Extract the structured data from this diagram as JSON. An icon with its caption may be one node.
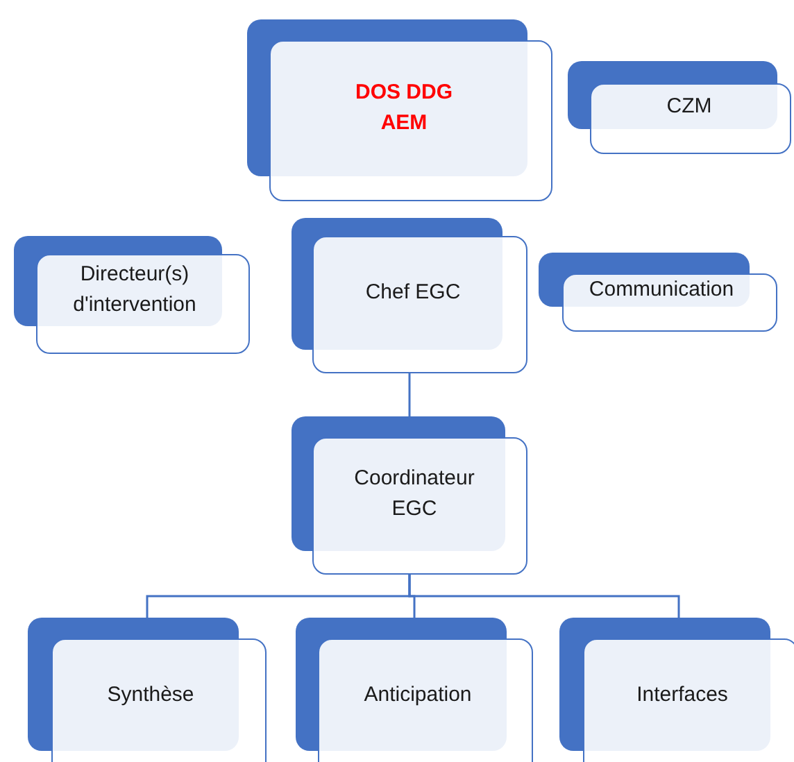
{
  "diagram": {
    "nodes": [
      {
        "text": [
          "DOS DDG AEM"
        ]
      },
      {
        "text": [
          "CZM"
        ]
      },
      {
        "text": [
          "Directeur(s) d'intervention"
        ]
      },
      {
        "text": [
          "Chef EGC"
        ]
      },
      {
        "text": [
          "Communication"
        ]
      },
      {
        "text": [
          "Coordinateur EGC"
        ]
      },
      {
        "text": [
          "Synthèse"
        ]
      },
      {
        "text": [
          "Anticipation"
        ]
      },
      {
        "text": [
          "Interfaces"
        ]
      }
    ],
    "edges": [
      {
        "from": 3,
        "to": 5,
        "arrow": "none"
      },
      {
        "from": 5,
        "to": 6,
        "arrow": "none"
      },
      {
        "from": 5,
        "to": 7,
        "arrow": "none"
      },
      {
        "from": 5,
        "to": 8,
        "arrow": "none"
      }
    ]
  }
}
